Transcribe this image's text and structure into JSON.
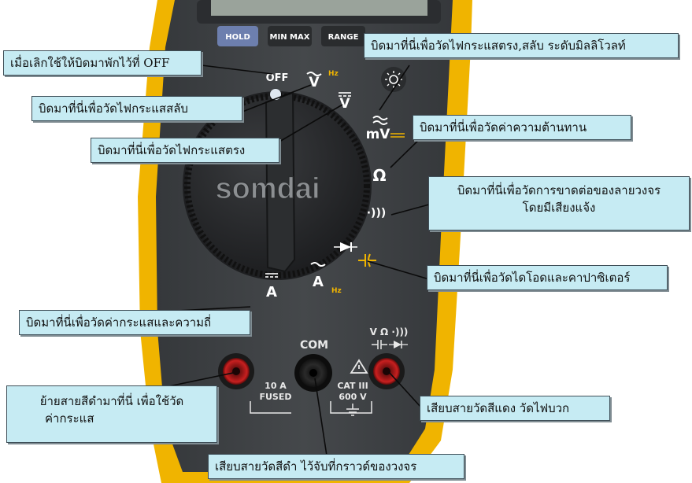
{
  "buttons": {
    "hold": "HOLD",
    "minmax": "MIN MAX",
    "range": "RANGE"
  },
  "dial": {
    "off": "OFF",
    "volts_ac": "V",
    "hz_sup": "Hz",
    "volts_dc": "V",
    "millivolts": "mV",
    "ohm": "Ω",
    "continuity": "·)))",
    "amps_dc": "A",
    "amps_ac": "A",
    "amps_hz_sup": "Hz"
  },
  "terminals": {
    "com": "COM",
    "amp_rating_1": "10 A",
    "amp_rating_2": "FUSED",
    "cat_1": "CAT III",
    "cat_2": "600 V",
    "red_top": "V Ω ·)))"
  },
  "watermark": "somdai",
  "colors": {
    "body": "#3e4144",
    "holster": "#f0b400",
    "callout_bg": "#c6ebf3",
    "hold_button": "#6d7fae"
  },
  "callouts": {
    "off": "เมื่อเลิกใช้ให้บิดมาพักไว้ที่ OFF",
    "ac_voltage": "บิดมาที่นี่เพื่อวัดไฟกระแสสลับ",
    "dc_voltage": "บิดมาที่นี่เพื่อวัดไฟกระแสตรง",
    "millivolt": "บิดมาที่นี่เพื่อวัดไฟกระแสตรง,สลับ ระดับมิลลิโวลท์",
    "resistance": "บิดมาที่นี่เพื่อวัดค่าความต้านทาน",
    "continuity_1": "บิดมาที่นี่เพื่อวัดการขาดต่อของลายวงจร",
    "continuity_2": "โดยมีเสียงแจ้ง",
    "diode_cap": "บิดมาที่นี่เพื่อวัดไดโอดและคาปาซิเตอร์",
    "current_freq": "บิดมาที่นี่เพื่อวัดค่ากระแสและความถี่",
    "move_black_1": "ย้ายสายสีดำมาที่นี่ เพื่อใช้วัด",
    "move_black_2": "ค่ากระแส",
    "red_plug": "เสียบสายวัดสีแดง วัดไฟบวก",
    "black_plug": "เสียบสายวัดสีดำ ไว้จับที่กราวด์ของวงจร"
  }
}
